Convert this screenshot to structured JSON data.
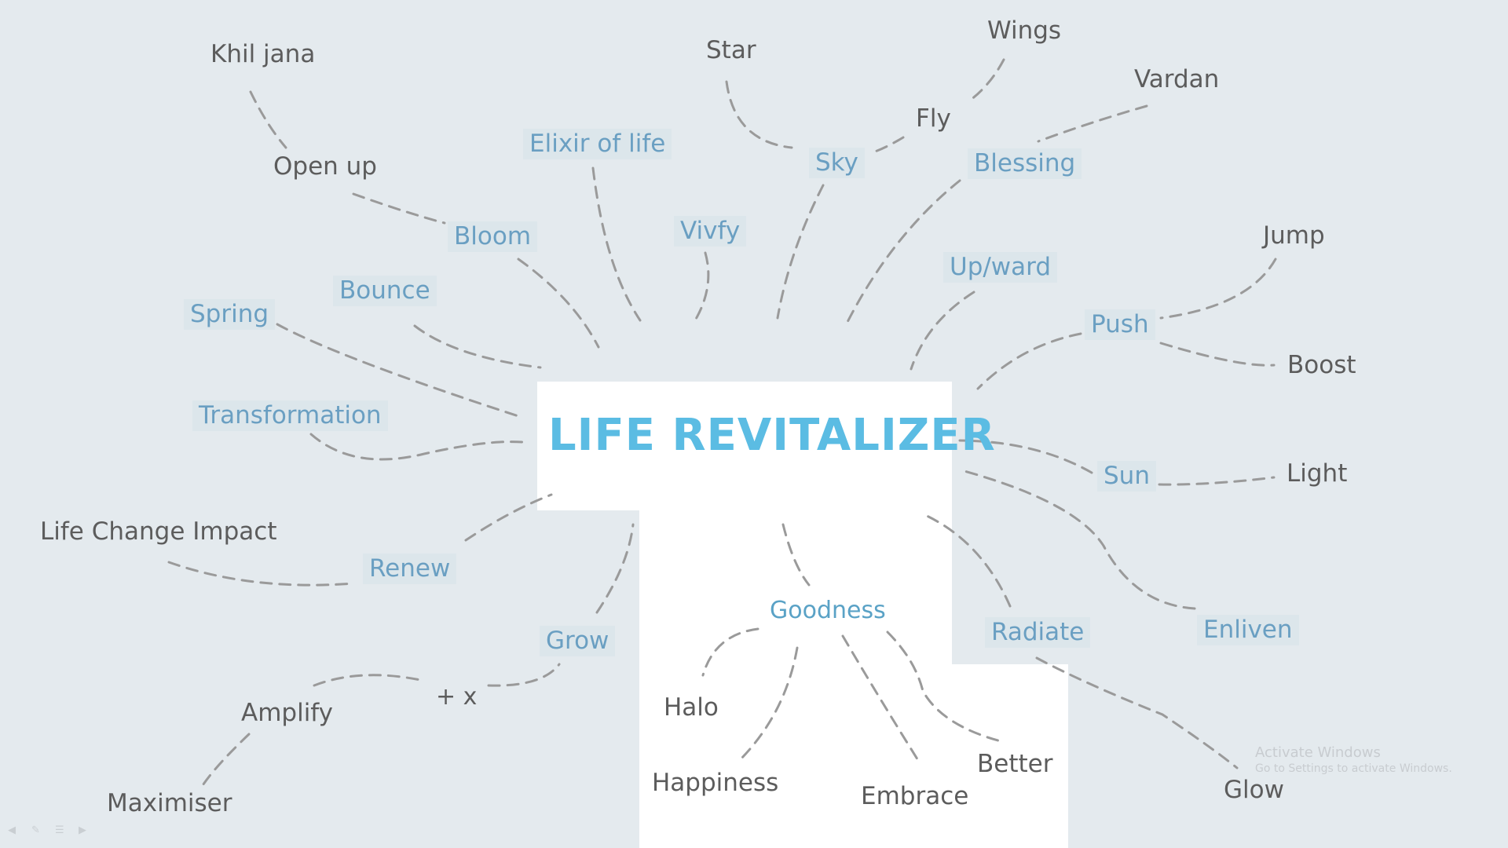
{
  "diagram": {
    "title": "LIFE REVITALIZER",
    "sub_hub": "Goodness",
    "operators": "+ x",
    "words": [
      {
        "id": "khil-jana",
        "text": "Khil jana",
        "style": "gray"
      },
      {
        "id": "open-up",
        "text": "Open up",
        "style": "gray"
      },
      {
        "id": "bloom",
        "text": "Bloom",
        "style": "blue"
      },
      {
        "id": "elixir-of-life",
        "text": "Elixir of life",
        "style": "blue"
      },
      {
        "id": "star",
        "text": "Star",
        "style": "gray"
      },
      {
        "id": "wings",
        "text": "Wings",
        "style": "gray"
      },
      {
        "id": "fly",
        "text": "Fly",
        "style": "gray"
      },
      {
        "id": "sky",
        "text": "Sky",
        "style": "blue"
      },
      {
        "id": "vardan",
        "text": "Vardan",
        "style": "gray"
      },
      {
        "id": "blessing",
        "text": "Blessing",
        "style": "blue"
      },
      {
        "id": "vivfy",
        "text": "Vivfy",
        "style": "blue"
      },
      {
        "id": "upward",
        "text": "Up/ward",
        "style": "blue"
      },
      {
        "id": "jump",
        "text": "Jump",
        "style": "gray"
      },
      {
        "id": "push",
        "text": "Push",
        "style": "blue"
      },
      {
        "id": "boost",
        "text": "Boost",
        "style": "gray"
      },
      {
        "id": "spring",
        "text": "Spring",
        "style": "blue"
      },
      {
        "id": "bounce",
        "text": "Bounce",
        "style": "blue"
      },
      {
        "id": "transformation",
        "text": "Transformation",
        "style": "blue"
      },
      {
        "id": "sun",
        "text": "Sun",
        "style": "blue"
      },
      {
        "id": "light",
        "text": "Light",
        "style": "gray"
      },
      {
        "id": "life-change-impact",
        "text": "Life Change Impact",
        "style": "gray"
      },
      {
        "id": "renew",
        "text": "Renew",
        "style": "blue"
      },
      {
        "id": "grow",
        "text": "Grow",
        "style": "blue"
      },
      {
        "id": "radiate",
        "text": "Radiate",
        "style": "blue"
      },
      {
        "id": "enliven",
        "text": "Enliven",
        "style": "blue"
      },
      {
        "id": "amplify",
        "text": "Amplify",
        "style": "gray"
      },
      {
        "id": "halo",
        "text": "Halo",
        "style": "gray"
      },
      {
        "id": "happiness",
        "text": "Happiness",
        "style": "gray"
      },
      {
        "id": "embrace",
        "text": "Embrace",
        "style": "gray"
      },
      {
        "id": "better",
        "text": "Better",
        "style": "gray"
      },
      {
        "id": "glow",
        "text": "Glow",
        "style": "gray"
      },
      {
        "id": "maximiser",
        "text": "Maximiser",
        "style": "gray"
      }
    ]
  },
  "watermark": {
    "line1": "Activate Windows",
    "line2": "Go to Settings to activate Windows."
  },
  "colors": {
    "background": "#e4eaee",
    "title": "#5bbce3",
    "blue_word": "#6a9fc2",
    "gray_word": "#5c5c5c",
    "connector": "#9a9a9a"
  }
}
